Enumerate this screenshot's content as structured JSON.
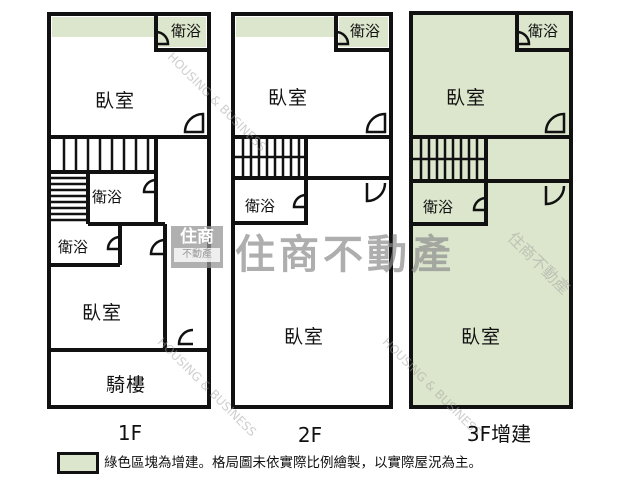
{
  "floor_plans": [
    {
      "floor_label": "1F",
      "rooms": {
        "bedroom_top": "臥室",
        "bath_top": "衛浴",
        "bath_mid": "衛浴",
        "bath_left": "衛浴",
        "bedroom_bottom": "臥室",
        "arcade": "騎樓"
      }
    },
    {
      "floor_label": "2F",
      "rooms": {
        "bedroom_top": "臥室",
        "bath_top": "衛浴",
        "bath_mid": "衛浴",
        "bedroom_bottom": "臥室"
      }
    },
    {
      "floor_label": "3F增建",
      "rooms": {
        "bedroom_top": "臥室",
        "bath_top": "衛浴",
        "bath_mid": "衛浴",
        "bedroom_bottom": "臥室"
      }
    }
  ],
  "legend": {
    "text": "綠色區塊為增建。格局圖未依實際比例繪製，以實際屋況為主。",
    "swatch_color": "#dce6cc"
  },
  "watermark": {
    "brand": "住商不動產",
    "logo_top": "住商",
    "logo_bottom": "不動產",
    "diagonal_text": "HOUSING & BUSINESS"
  },
  "colors": {
    "wall": "#111111",
    "addition_green": "#dce6cc"
  }
}
